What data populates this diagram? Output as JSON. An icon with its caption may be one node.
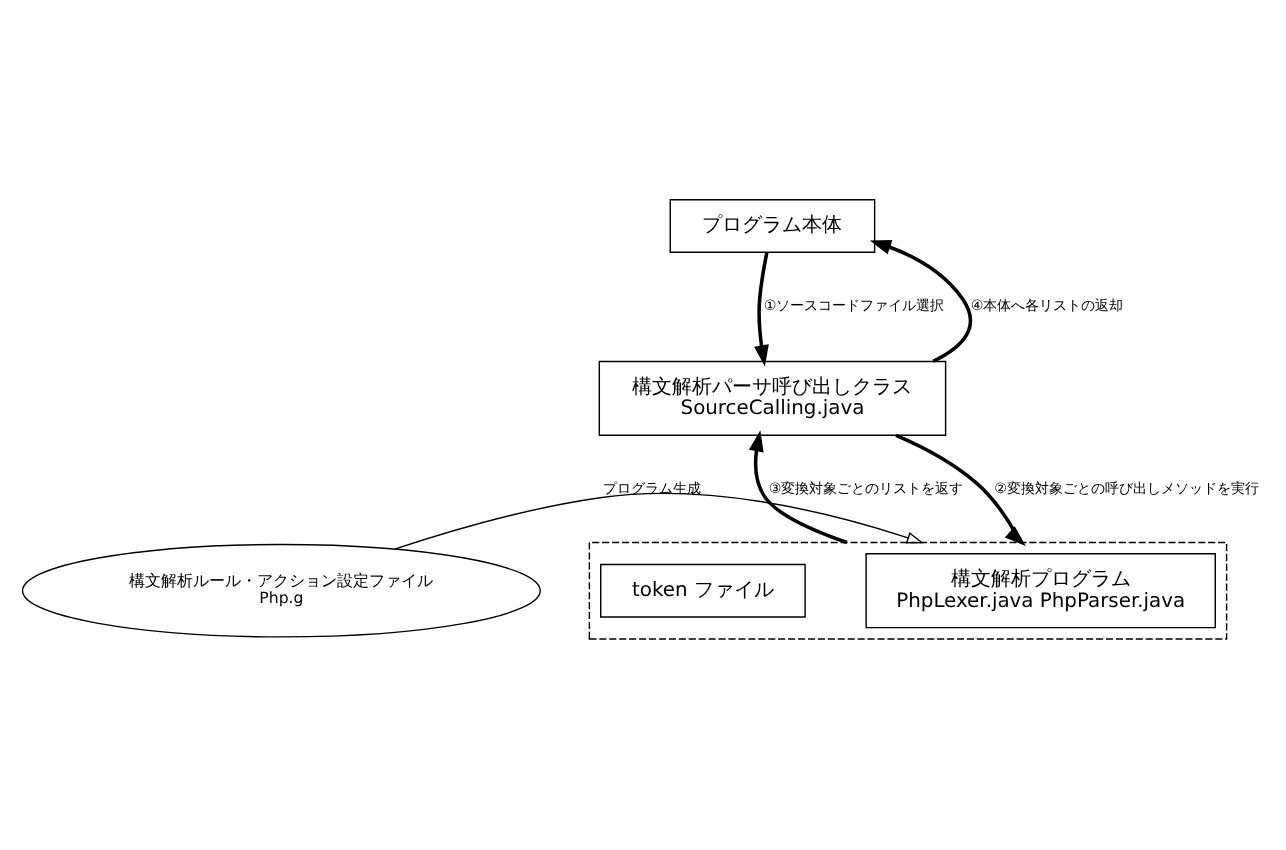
{
  "diagram": {
    "nodes": [
      {
        "text": [
          "プログラム本体"
        ]
      },
      {
        "text": [
          "構文解析パーサ呼び出しクラス",
          "SourceCalling.java"
        ]
      },
      {
        "text": [],
        "shape": "box"
      },
      {
        "text": [
          "構文解析プログラム",
          "PhpLexer.java PhpParser.java"
        ],
        "in": 2
      },
      {
        "text": [
          "token ファイル"
        ],
        "in": 2
      },
      {
        "text": [
          "構文解析ルール・アクション設定ファイル",
          "Php.g"
        ]
      }
    ],
    "edges": [
      {
        "from": 1,
        "to": 0,
        "arrow": "to",
        "label": "④本体へ各リストの返却"
      },
      {
        "from": 0,
        "to": 1,
        "arrow": "to",
        "label": "①ソースコードファイル選択"
      },
      {
        "from": 2,
        "to": 1,
        "arrow": "to",
        "label": "③変換対象ごとのリストを返す"
      },
      {
        "from": 1,
        "to": 2,
        "arrow": "to",
        "label": "②変換対象ごとの呼び出しメソッドを実行"
      },
      {
        "from": 5,
        "to": 2,
        "arrow": "to",
        "label": "プログラム生成"
      }
    ]
  }
}
